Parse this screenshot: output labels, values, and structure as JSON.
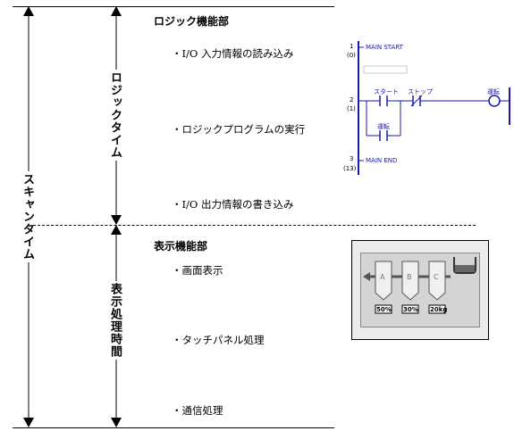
{
  "left_labels": {
    "scan_time": "スキャンタイム",
    "logic_time": "ロジックタイム",
    "display_time": "表示処理時間"
  },
  "logic_section": {
    "title": "ロジック機能部",
    "items": [
      "・I/O 入力情報の読み込み",
      "・ロジックプログラムの実行",
      "・I/O 出力情報の書き込み"
    ]
  },
  "display_section": {
    "title": "表示機能部",
    "items": [
      "・画面表示",
      "・タッチパネル処理",
      "・通信処理"
    ]
  },
  "ladder": {
    "rung1_num": "1",
    "rung1_sub": "(0)",
    "rung1_label": "MAIN START",
    "rung2_num": "2",
    "rung2_sub": "(1)",
    "contact_start": "スタート",
    "contact_stop": "ストップ",
    "coil_run": "運転",
    "contact_run": "運転",
    "rung3_num": "3",
    "rung3_sub": "(13)",
    "rung3_label": "MAIN END"
  },
  "display_panel": {
    "tanks": [
      {
        "letter": "A",
        "value": "50%"
      },
      {
        "letter": "B",
        "value": "30%"
      },
      {
        "letter": "C",
        "value": "20kg"
      }
    ],
    "colors": {
      "panel_bg": "#d4d4d4",
      "frame": "#ebebeb",
      "tank": "#f0f0f0",
      "arrow": "#555555"
    }
  },
  "colors": {
    "ladder_line": "#1a1aa8"
  }
}
